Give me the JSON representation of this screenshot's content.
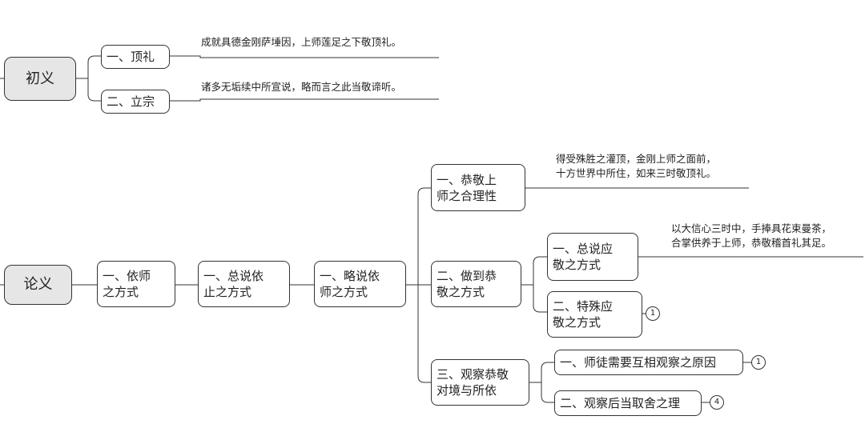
{
  "roots": {
    "chuyi": "初义",
    "lunyi": "论义"
  },
  "chuyi_children": {
    "dingli": "一、顶礼",
    "lizong": "二、立宗"
  },
  "chuyi_notes": {
    "dingli": "成就具德金刚萨埵因，上师莲足之下敬顶礼。",
    "lizong": "诸多无垢续中所宣说，略而言之此当敬谛听。"
  },
  "lunyi_chain": {
    "yishi": "一、依师\n之方式",
    "zongshuo": "一、总说依\n止之方式",
    "lueshuo": "一、略说依\n师之方式"
  },
  "branches": {
    "gongjing": "一、恭敬上\n师之合理性",
    "zuodao": "二、做到恭\n敬之方式",
    "guancha": "三、观察恭敬\n对境与所依"
  },
  "branch_notes": {
    "gongjing": "得受殊胜之灌顶，金刚上师之面前，\n十方世界中所住，如来三时敬顶礼。",
    "zongshuo_ying": "以大信心三时中，手捧具花束曼茶，\n合掌供养于上师，恭敬稽首礼其足。"
  },
  "leaves": {
    "zongshuo_ying": "一、总说应\n敬之方式",
    "teshu_ying": "二、特殊应\n敬之方式",
    "shitu": "一、师徒需要互相观察之原因",
    "quyshe": "二、观察后当取舍之理"
  },
  "badges": {
    "teshu_ying": "1",
    "shitu": "1",
    "quyshe": "4"
  }
}
